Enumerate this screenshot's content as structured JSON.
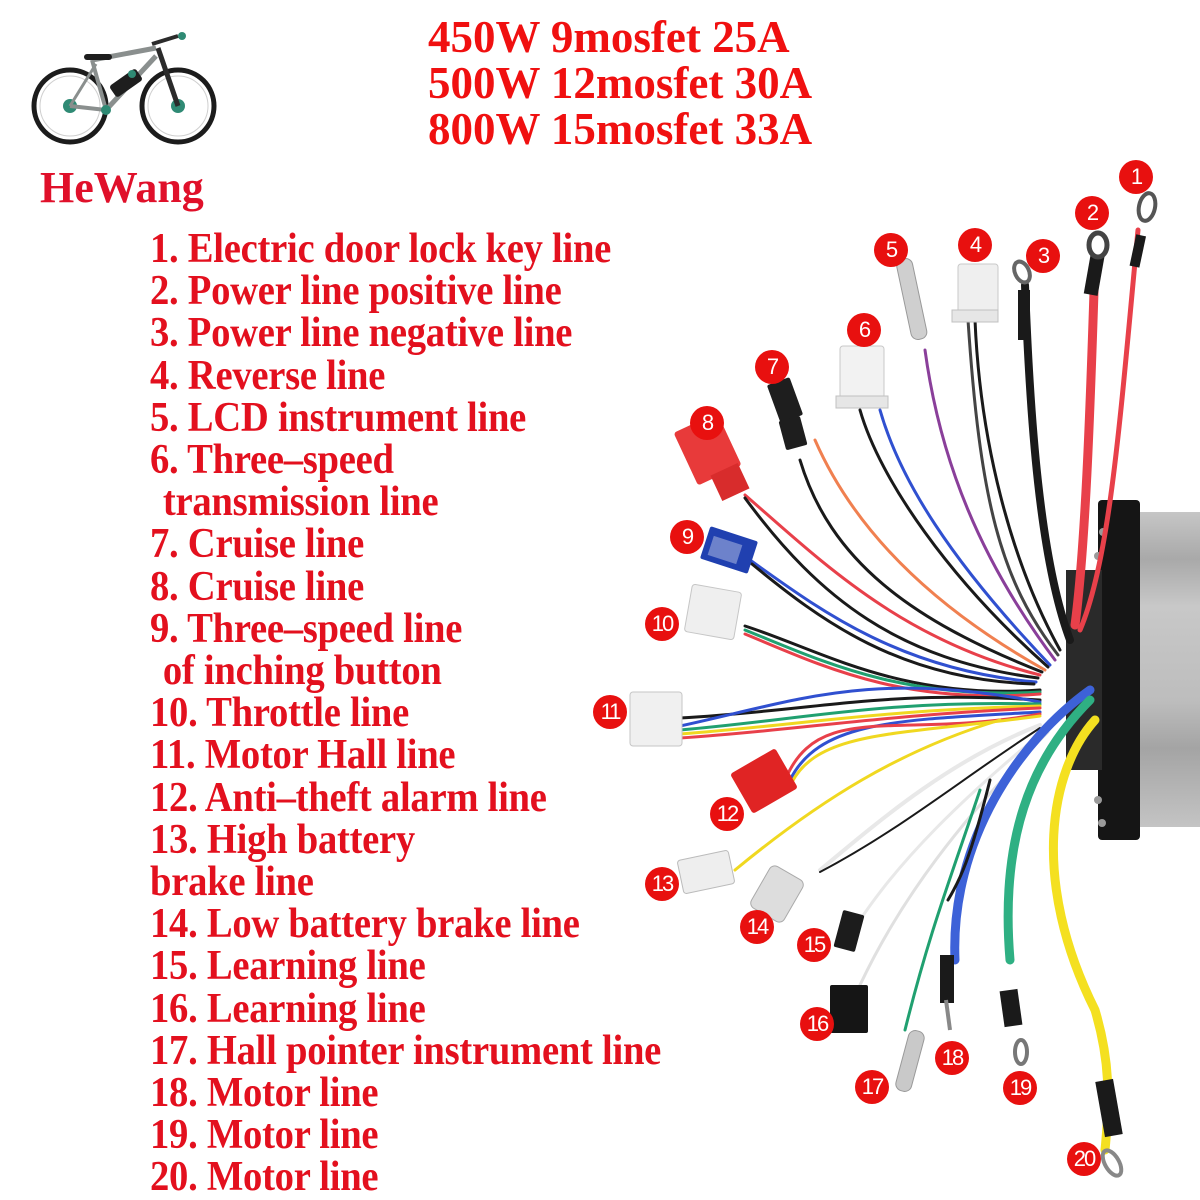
{
  "brand": {
    "name": "HeWang",
    "logo_image": "electric-bicycle-illustration",
    "color": "#e0102a"
  },
  "specs": [
    {
      "power": "450W",
      "mosfet": "9mosfet",
      "current": "25A",
      "text": "450W 9mosfet 25A"
    },
    {
      "power": "500W",
      "mosfet": "12mosfet",
      "current": "30A",
      "text": "500W 12mosfet 30A"
    },
    {
      "power": "800W",
      "mosfet": "15mosfet",
      "current": "33A",
      "text": "800W 15mosfet 33A"
    }
  ],
  "legend": {
    "color": "#e3101e",
    "lines": [
      "1. Electric door lock key line",
      "2. Power line positive line",
      "3. Power line negative line",
      "4. Reverse line",
      "5. LCD instrument line",
      "6. Three–speed",
      " transmission line",
      "7. Cruise line",
      "8. Cruise line",
      "9. Three–speed line",
      " of inching button",
      "10. Throttle line",
      "11. Motor Hall line",
      "12. Anti–theft alarm line",
      "13. High battery",
      "brake line",
      "14. Low battery brake line",
      "15. Learning line",
      "16. Learning line",
      "17. Hall pointer instrument line",
      "18. Motor line",
      "19. Motor line",
      "20. Motor line"
    ],
    "items": [
      {
        "n": 1,
        "label": "Electric door lock key line"
      },
      {
        "n": 2,
        "label": "Power line positive line"
      },
      {
        "n": 3,
        "label": "Power line negative line"
      },
      {
        "n": 4,
        "label": "Reverse line"
      },
      {
        "n": 5,
        "label": "LCD instrument line"
      },
      {
        "n": 6,
        "label": "Three-speed transmission line"
      },
      {
        "n": 7,
        "label": "Cruise line"
      },
      {
        "n": 8,
        "label": "Cruise line"
      },
      {
        "n": 9,
        "label": "Three-speed line of inching button"
      },
      {
        "n": 10,
        "label": "Throttle line"
      },
      {
        "n": 11,
        "label": "Motor Hall line"
      },
      {
        "n": 12,
        "label": "Anti-theft alarm line"
      },
      {
        "n": 13,
        "label": "High battery brake line"
      },
      {
        "n": 14,
        "label": "Low battery brake line"
      },
      {
        "n": 15,
        "label": "Learning line"
      },
      {
        "n": 16,
        "label": "Learning line"
      },
      {
        "n": 17,
        "label": "Hall pointer instrument line"
      },
      {
        "n": 18,
        "label": "Motor line"
      },
      {
        "n": 19,
        "label": "Motor line"
      },
      {
        "n": 20,
        "label": "Motor line"
      }
    ]
  },
  "diagram": {
    "subject": "e-bike brushless motor controller with wiring harness",
    "badge_color": "#e8100f",
    "badges": [
      "1",
      "2",
      "3",
      "4",
      "5",
      "6",
      "7",
      "8",
      "9",
      "10",
      "11",
      "12",
      "13",
      "14",
      "15",
      "16",
      "17",
      "18",
      "19",
      "20"
    ],
    "wire_colors": {
      "red": "#e8404a",
      "black": "#1a1a1a",
      "purple": "#8a3f9a",
      "blue": "#3050d0",
      "orange": "#f08050",
      "green": "#20a070",
      "yellow": "#f0d820",
      "white": "#e8e8e8"
    }
  }
}
